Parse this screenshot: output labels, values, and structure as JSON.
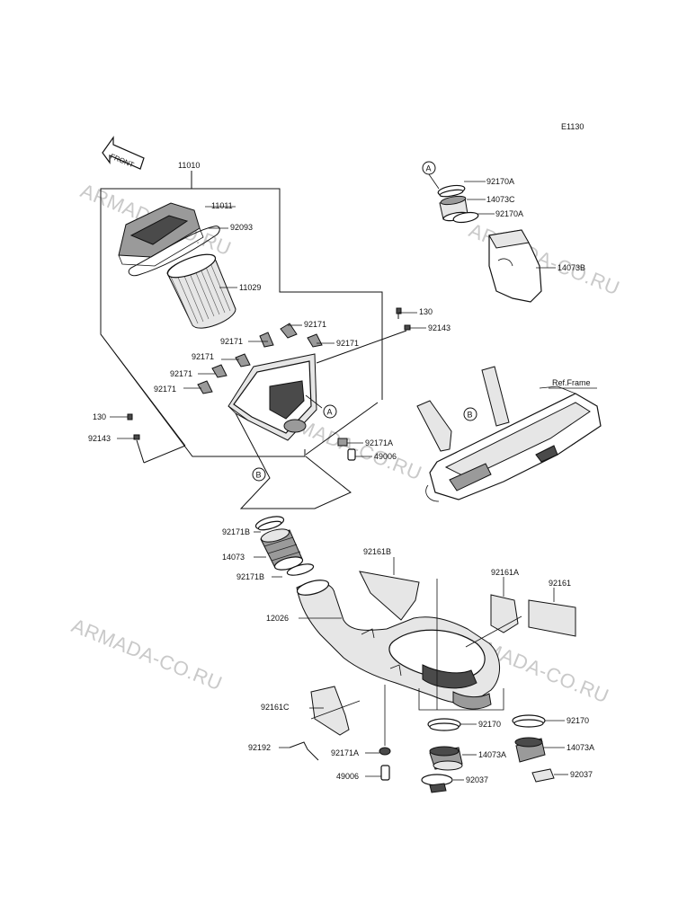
{
  "diagram_code": "E1130",
  "front_label": "FRONT",
  "ref_frame_label": "Ref.Frame",
  "watermark": "ARMADA-CO.RU",
  "callouts": {
    "A": "A",
    "B": "B"
  },
  "labels": {
    "p11010": "11010",
    "p11011": "11011",
    "p92093": "92093",
    "p11029": "11029",
    "p92171_a": "92171",
    "p92171_b": "92171",
    "p92171_c": "92171",
    "p92171_d": "92171",
    "p92171_e": "92171",
    "p92171_f": "92171",
    "p130_top": "130",
    "p92143_top": "92143",
    "p130_left": "130",
    "p92143_left": "92143",
    "p92171A_mid": "92171A",
    "p49006_mid": "49006",
    "p92170A_1": "92170A",
    "p14073C": "14073C",
    "p92170A_2": "92170A",
    "p14073B": "14073B",
    "p92171B_1": "92171B",
    "p14073": "14073",
    "p92171B_2": "92171B",
    "p12026": "12026",
    "p92161B": "92161B",
    "p92161A": "92161A",
    "p92161": "92161",
    "p92161C": "92161C",
    "p92170_1": "92170",
    "p92170_2": "92170",
    "p92192": "92192",
    "p92171A_bot": "92171A",
    "p14073A_1": "14073A",
    "p14073A_2": "14073A",
    "p49006_bot": "49006",
    "p92037_1": "92037",
    "p92037_2": "92037"
  }
}
